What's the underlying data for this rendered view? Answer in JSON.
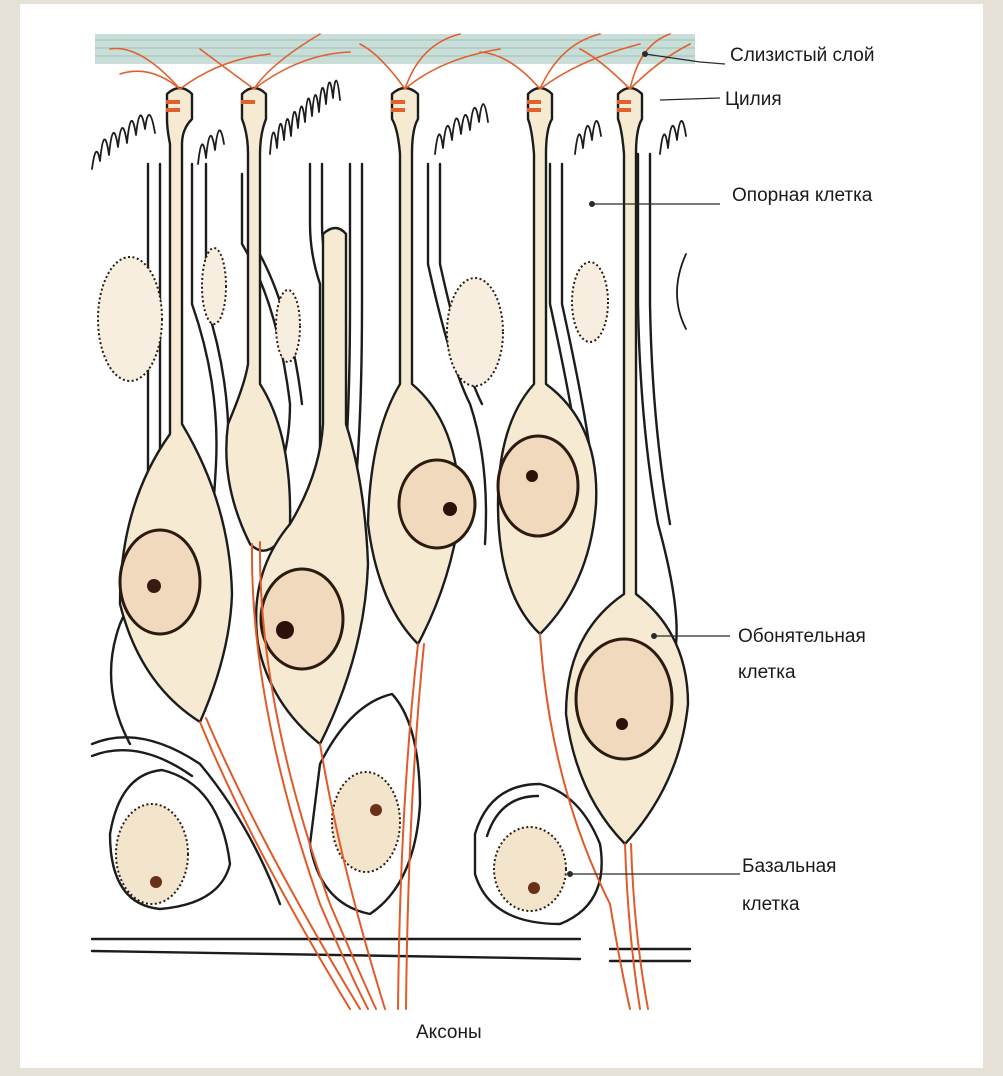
{
  "labels": {
    "mucus_layer": "Слизистый слой",
    "cilia": "Цилия",
    "supporting_cell": "Опорная клетка",
    "olfactory_cell_line1": "Обонятельная",
    "olfactory_cell_line2": "клетка",
    "basal_cell_line1": "Базальная",
    "basal_cell_line2": "клетка",
    "axons": "Аксоны"
  },
  "colors": {
    "page_background": "#e6e2d8",
    "figure_background": "#ffffff",
    "mucus": "#c9ded9",
    "olfactory_cytoplasm": "#f6ebd2",
    "nucleus": "#f0d9bc",
    "axon": "#e05a2a",
    "membrane": "#1c1c1c"
  }
}
